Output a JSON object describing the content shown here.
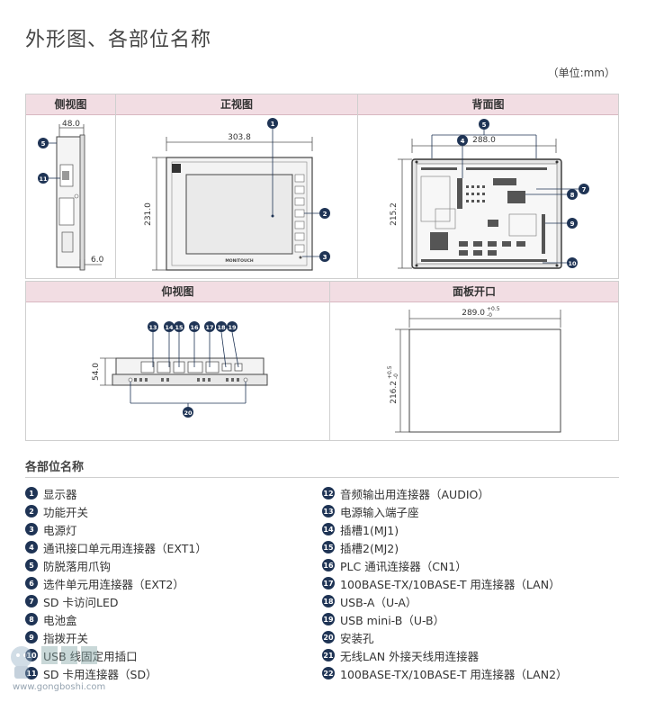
{
  "page": {
    "title": "外形图、各部位名称",
    "unit": "（单位:mm）"
  },
  "panels": {
    "side": {
      "title": "侧视图",
      "dim_depth": "48.0",
      "dim_small": "6.0",
      "callouts": [
        "5",
        "11"
      ]
    },
    "front": {
      "title": "正视图",
      "dim_width": "303.8",
      "dim_height": "231.0",
      "brand": "MONITOUCH",
      "callouts": [
        "1",
        "2",
        "3"
      ]
    },
    "back": {
      "title": "背面图",
      "dim_width": "288.0",
      "dim_height": "215.2",
      "callouts": [
        "5",
        "4",
        "7",
        "8",
        "9",
        "10"
      ]
    },
    "bottom": {
      "title": "仰视图",
      "dim_height": "54.0",
      "callouts": [
        "13",
        "14",
        "15",
        "16",
        "17",
        "18",
        "19",
        "20"
      ]
    },
    "cutout": {
      "title": "面板开口",
      "dim_width": "289.0",
      "dim_width_tol": "+0.5",
      "dim_width_tol2": "-0",
      "dim_height": "216.2",
      "dim_height_tol": "+0.5",
      "dim_height_tol2": "-0"
    }
  },
  "parts": {
    "title": "各部位名称",
    "left": [
      {
        "n": "1",
        "label": "显示器"
      },
      {
        "n": "2",
        "label": "功能开关"
      },
      {
        "n": "3",
        "label": "电源灯"
      },
      {
        "n": "4",
        "label": "通讯接口单元用连接器（EXT1）"
      },
      {
        "n": "5",
        "label": "防脱落用爪钩"
      },
      {
        "n": "6",
        "label": "选件单元用连接器（EXT2）"
      },
      {
        "n": "7",
        "label": "SD 卡访问LED"
      },
      {
        "n": "8",
        "label": "电池盒"
      },
      {
        "n": "9",
        "label": "指拨开关"
      },
      {
        "n": "10",
        "label": "USB 线固定用插口"
      },
      {
        "n": "11",
        "label": "SD 卡用连接器（SD）"
      }
    ],
    "right": [
      {
        "n": "12",
        "label": "音频输出用连接器（AUDIO）"
      },
      {
        "n": "13",
        "label": "电源输入端子座"
      },
      {
        "n": "14",
        "label": "插槽1(MJ1)"
      },
      {
        "n": "15",
        "label": "插槽2(MJ2)"
      },
      {
        "n": "16",
        "label": "PLC 通讯连接器（CN1）"
      },
      {
        "n": "17",
        "label": "100BASE-TX/10BASE-T 用连接器（LAN）"
      },
      {
        "n": "18",
        "label": "USB-A（U-A）"
      },
      {
        "n": "19",
        "label": "USB mini-B（U-B）"
      },
      {
        "n": "20",
        "label": "安装孔"
      },
      {
        "n": "21",
        "label": "无线LAN 外接天线用连接器"
      },
      {
        "n": "22",
        "label": "100BASE-TX/10BASE-T 用连接器（LAN2）"
      }
    ]
  },
  "watermark": {
    "text": "www.gongboshi.com"
  },
  "colors": {
    "header_bg": "#f2dde3",
    "callout": "#1f3455"
  }
}
